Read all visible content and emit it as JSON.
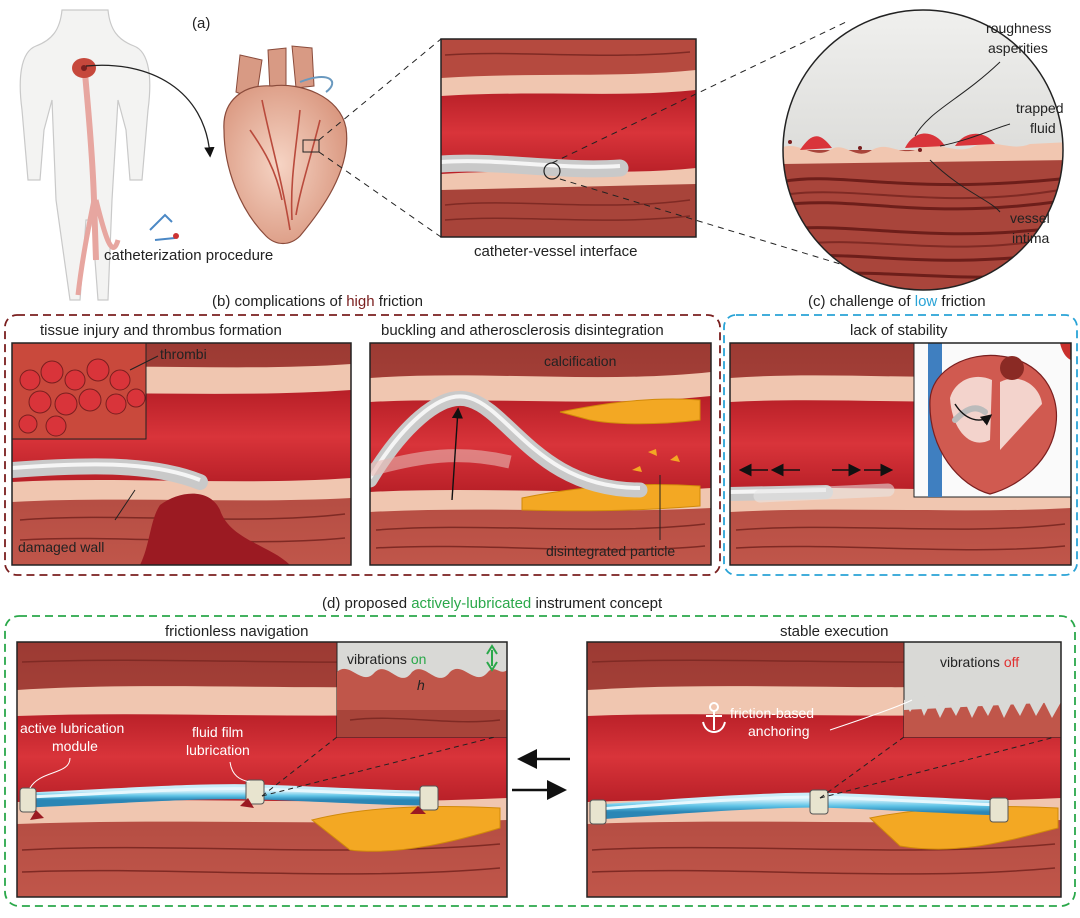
{
  "panel_a": {
    "tag": "(a)",
    "caption_procedure": "catheterization procedure",
    "caption_interface": "catheter-vessel interface",
    "zoom_labels": {
      "roughness_1": "roughness",
      "roughness_2": "asperities",
      "trapped_1": "trapped",
      "trapped_2": "fluid",
      "vessel_1": "vessel",
      "vessel_2": "intima"
    }
  },
  "panel_b": {
    "prefix": "(b)  complications of ",
    "highlight": "high",
    "suffix": " friction",
    "highlight_color": "#7a1f1f",
    "sub1": {
      "title": "tissue injury and thrombus formation",
      "thrombi": "thrombi",
      "damaged_wall": "damaged wall"
    },
    "sub2": {
      "title": "buckling and atherosclerosis disintegration",
      "calcification": "calcification",
      "particle": "disintegrated particle"
    }
  },
  "panel_c": {
    "prefix": "(c)  challenge of ",
    "highlight": "low",
    "suffix": " friction",
    "highlight_color": "#29a3d6",
    "sub": {
      "title": "lack of stability"
    }
  },
  "panel_d": {
    "prefix": "(d)  proposed ",
    "highlight": "actively-lubricated",
    "suffix": " instrument concept",
    "highlight_color": "#2aa84a",
    "left": {
      "title": "frictionless navigation",
      "vib_prefix": "vibrations ",
      "vib_state": "on",
      "vib_color": "#2aa84a",
      "module_1": "active lubrication",
      "module_2": "module",
      "film_1": "fluid film",
      "film_2": "lubrication",
      "symbol": "h"
    },
    "right": {
      "title": "stable execution",
      "vib_prefix": "vibrations ",
      "vib_state": "off",
      "vib_color": "#e03030",
      "anchor_1": "friction-based",
      "anchor_2": "anchoring"
    }
  }
}
